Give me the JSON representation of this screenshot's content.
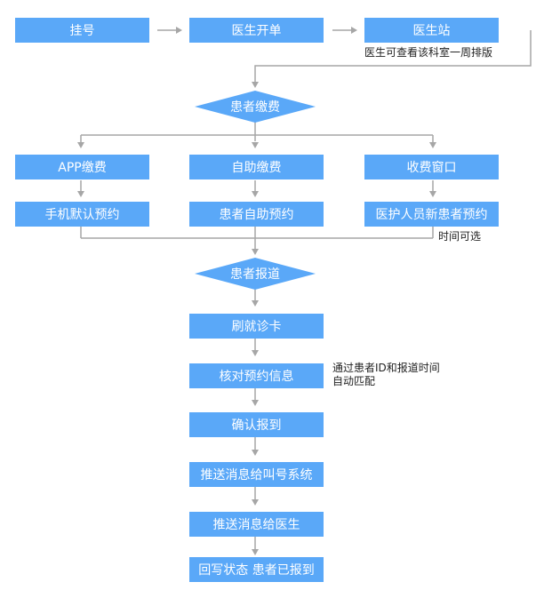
{
  "nodes": {
    "register": "挂号",
    "doctor_order": "医生开单",
    "doctor_station": "医生站",
    "patient_payment": "患者缴费",
    "app_payment": "APP缴费",
    "self_service_payment": "自助缴费",
    "cashier_window": "收费窗口",
    "phone_default_booking": "手机默认预约",
    "patient_self_booking": "患者自助预约",
    "staff_new_patient_booking": "医护人员新患者预约",
    "patient_check_in": "患者报道",
    "swipe_card": "刷就诊卡",
    "verify_booking": "核对预约信息",
    "confirm_check_in": "确认报到",
    "push_to_queue_system": "推送消息给叫号系统",
    "push_to_doctor": "推送消息给医生",
    "write_back_status": "回写状态 患者已报到"
  },
  "notes": {
    "doctor_station_note": "医生可查看该科室一周排版",
    "time_selectable": "时间可选",
    "auto_match_line1": "通过患者ID和报道时间",
    "auto_match_line2": "自动匹配"
  },
  "colors": {
    "node_fill": "#5aa8f8",
    "connector": "#a6a6a6"
  }
}
